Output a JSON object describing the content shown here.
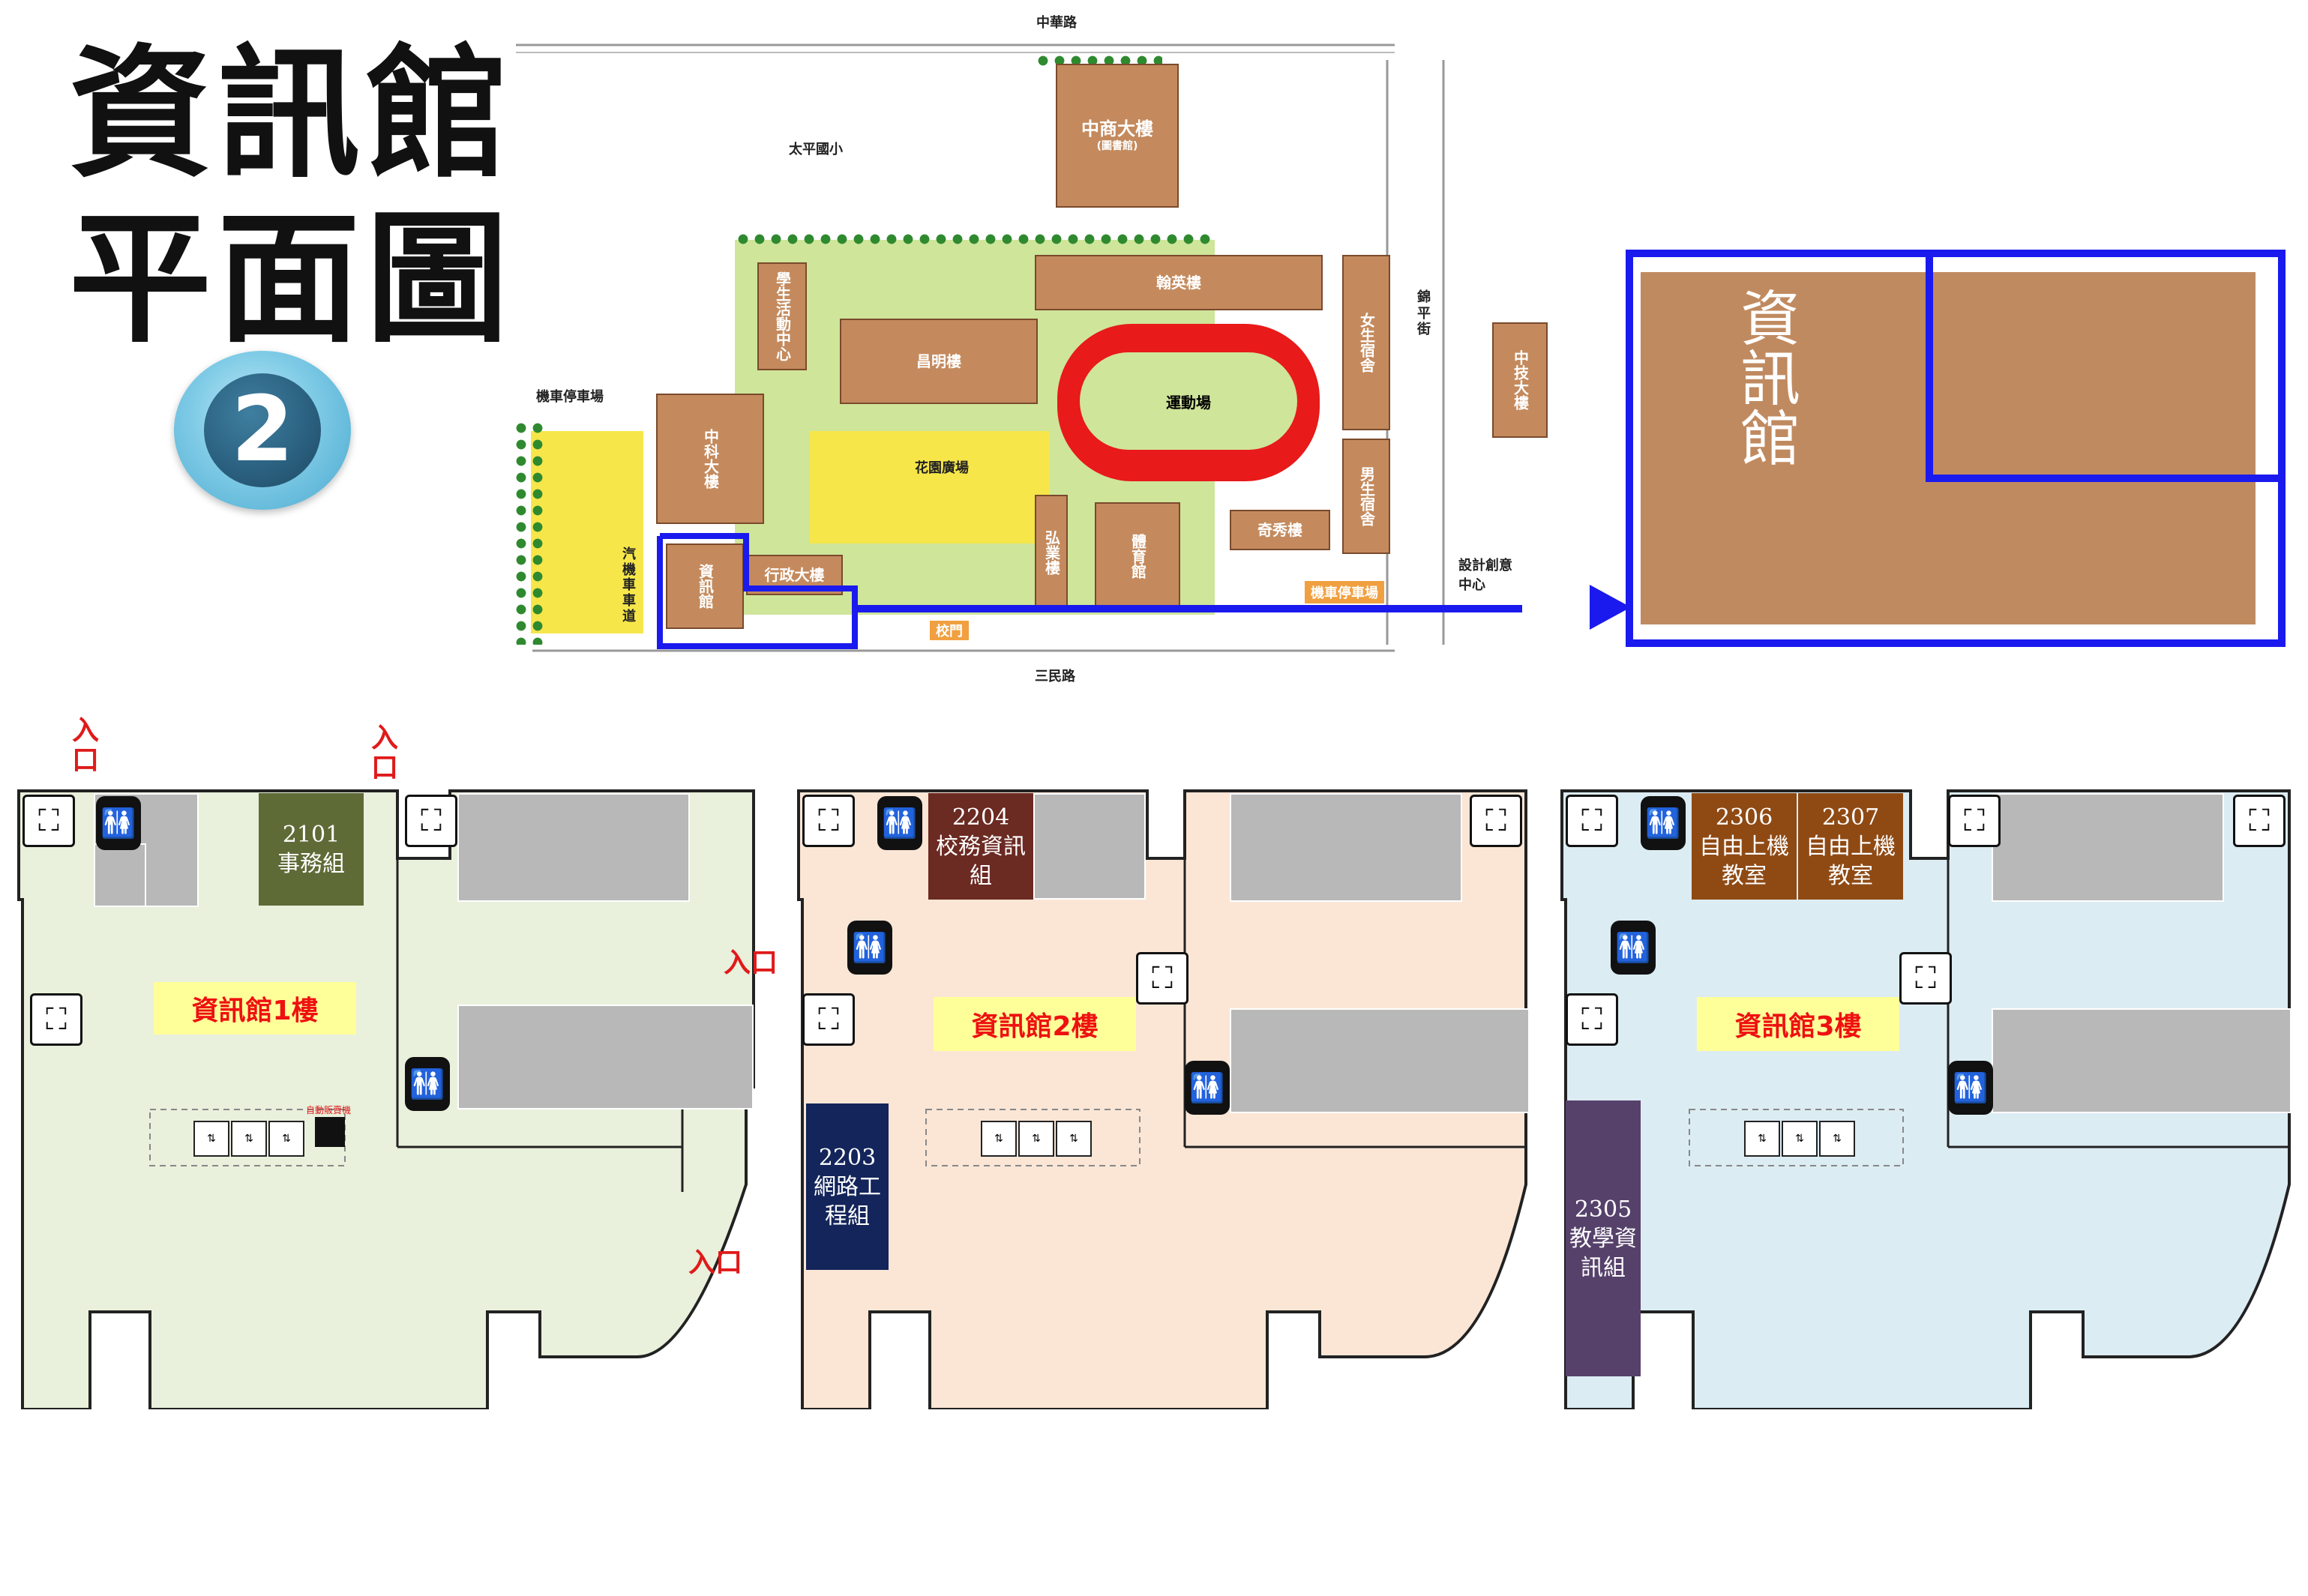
{
  "title": {
    "line1": "資訊館",
    "line2": "平面圖",
    "badge": "2"
  },
  "campus_map": {
    "roads": {
      "north": "中華路",
      "south": "三民路",
      "east": "錦平街"
    },
    "labels": {
      "taiping": "太平國小",
      "zhongshang": "中商大樓",
      "library": "(圖書館)",
      "student_center": "學生活動中心",
      "hanying": "翰英樓",
      "changming": "昌明樓",
      "playground": "運動場",
      "girls_dorm": "女生宿舍",
      "boys_dorm": "男生宿舍",
      "zhongji": "中技大樓",
      "moto_parking": "機車停車場",
      "zhongke": "中科大樓",
      "garden_plaza": "花園廣場",
      "hongye": "弘業樓",
      "gym": "體育館",
      "qixiu": "奇秀樓",
      "car_lane": "汽機車車道",
      "info_hall": "資訊館",
      "admin": "行政大樓",
      "school_gate": "校門",
      "moto_parking2": "機車停車場",
      "design_center": "設計創意中心"
    },
    "zoom_label": "資訊館"
  },
  "floors": [
    {
      "name": "資訊館1樓",
      "bg": "#e9f0dc",
      "rooms": [
        {
          "number": "2101",
          "name": "事務組",
          "color": "#5f6b37"
        }
      ],
      "entrance": "入口",
      "vending": "自動販賣機"
    },
    {
      "name": "資訊館2樓",
      "bg": "#fbe6d6",
      "rooms": [
        {
          "number": "2204",
          "name": "校務資訊組",
          "color": "#6b2a22"
        },
        {
          "number": "2203",
          "name": "網路工程組",
          "color": "#13255a"
        }
      ]
    },
    {
      "name": "資訊館3樓",
      "bg": "#dcecf3",
      "rooms": [
        {
          "number": "2306",
          "name": "自由上機教室",
          "color": "#8f4a14"
        },
        {
          "number": "2307",
          "name": "自由上機教室",
          "color": "#8f4a14"
        },
        {
          "number": "2305",
          "name": "教學資訊組",
          "color": "#56416b"
        }
      ]
    }
  ]
}
